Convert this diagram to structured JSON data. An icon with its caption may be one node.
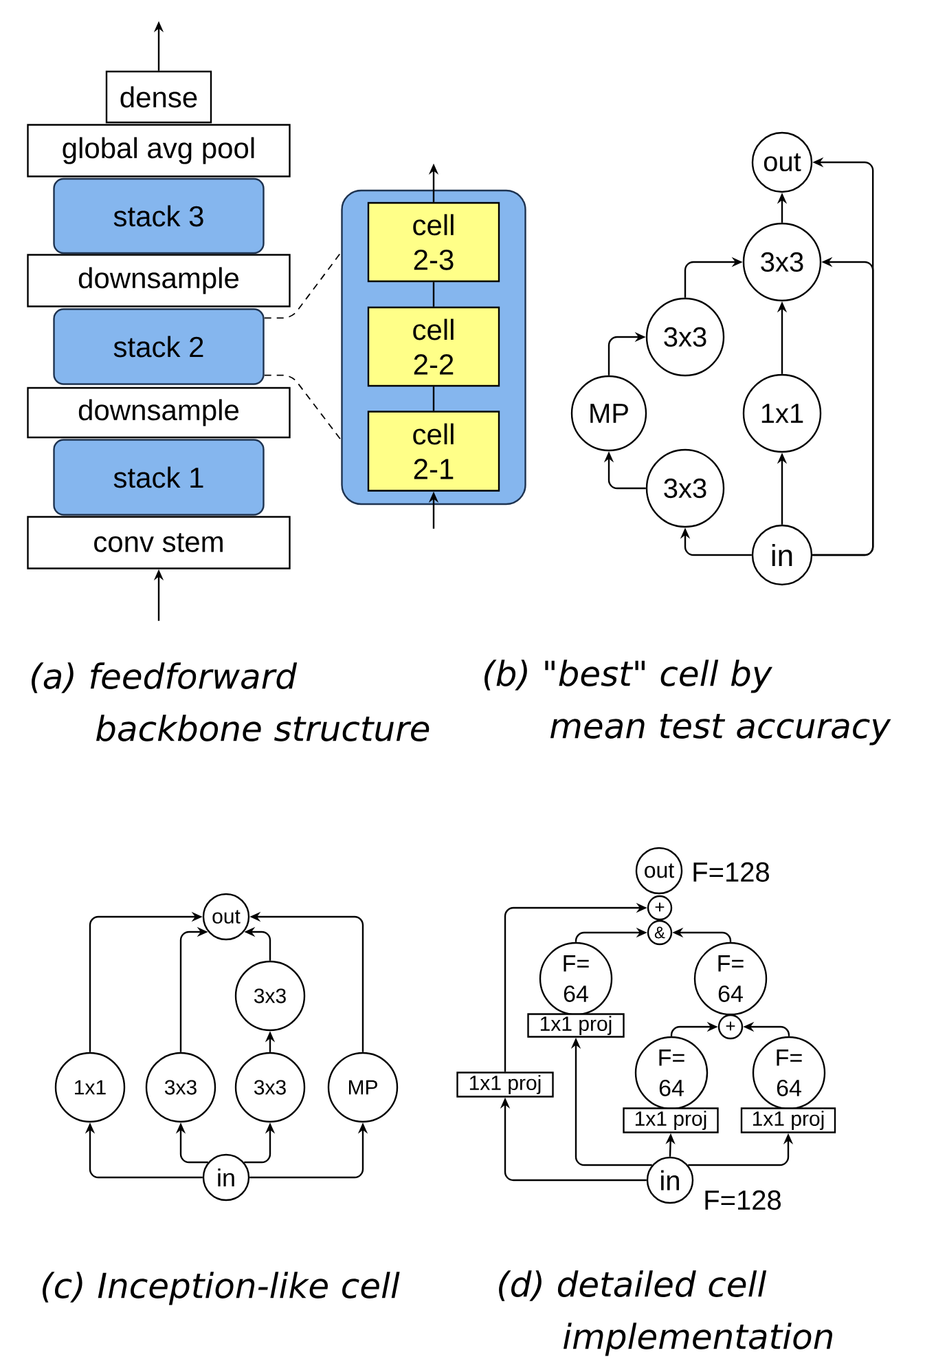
{
  "diagram": {
    "nodes": [
      {
        "text": [
          "dense"
        ]
      },
      {
        "text": [
          "global avg pool"
        ]
      },
      {
        "text": [
          "stack 3"
        ]
      },
      {
        "text": [
          "downsample"
        ]
      },
      {
        "text": [
          "stack 2"
        ]
      },
      {
        "text": [
          "downsample"
        ]
      },
      {
        "text": [
          "stack 1"
        ]
      },
      {
        "text": [
          "conv stem"
        ]
      },
      {
        "text": [],
        "shape": "box"
      },
      {
        "text": [
          "cell 2-3"
        ],
        "in": 8
      },
      {
        "text": [
          "cell 2-2"
        ],
        "in": 8
      },
      {
        "text": [
          "cell 2-1"
        ],
        "in": 8
      },
      {
        "text": [
          "out"
        ]
      },
      {
        "text": [
          "3x3"
        ]
      },
      {
        "text": [
          "3x3"
        ]
      },
      {
        "text": [
          "MP"
        ]
      },
      {
        "text": [
          "1x1"
        ]
      },
      {
        "text": [
          "3x3"
        ]
      },
      {
        "text": [
          "in"
        ]
      },
      {
        "text": [
          "out"
        ]
      },
      {
        "text": [
          "3x3"
        ]
      },
      {
        "text": [
          "1x1"
        ]
      },
      {
        "text": [
          "3x3"
        ]
      },
      {
        "text": [
          "3x3"
        ]
      },
      {
        "text": [
          "MP"
        ]
      },
      {
        "text": [
          "in"
        ]
      },
      {
        "text": [
          "out"
        ],
        "beside": [
          "F=128"
        ]
      },
      {
        "text": [
          "+"
        ]
      },
      {
        "text": [
          "&"
        ]
      },
      {
        "text": [
          "F= 64"
        ]
      },
      {
        "text": [
          "1x1 proj"
        ]
      },
      {
        "text": [
          "F= 64"
        ]
      },
      {
        "text": [
          "+"
        ]
      },
      {
        "text": [
          "1x1 proj"
        ]
      },
      {
        "text": [
          "F= 64"
        ]
      },
      {
        "text": [
          "F= 64"
        ]
      },
      {
        "text": [
          "1x1 proj"
        ]
      },
      {
        "text": [
          "1x1 proj"
        ]
      },
      {
        "text": [
          "in"
        ],
        "beside": [
          "F=128"
        ]
      }
    ],
    "edges": [
      {
        "from": null,
        "to": 7,
        "arrow": "to"
      },
      {
        "from": 0,
        "to": null,
        "arrow": "to"
      },
      {
        "from": 4,
        "to": 8,
        "arrow": "none",
        "style": "dashed"
      },
      {
        "from": 4,
        "to": 8,
        "arrow": "none",
        "style": "dashed"
      },
      {
        "from": null,
        "to": 11,
        "arrow": "to"
      },
      {
        "from": 11,
        "to": 10,
        "arrow": "none"
      },
      {
        "from": 10,
        "to": 9,
        "arrow": "none"
      },
      {
        "from": 9,
        "to": null,
        "arrow": "to"
      },
      {
        "from": 18,
        "to": 17,
        "arrow": "to"
      },
      {
        "from": 17,
        "to": 15,
        "arrow": "to"
      },
      {
        "from": 15,
        "to": 14,
        "arrow": "to"
      },
      {
        "from": 14,
        "to": 13,
        "arrow": "to"
      },
      {
        "from": 18,
        "to": 16,
        "arrow": "to"
      },
      {
        "from": 16,
        "to": 13,
        "arrow": "to"
      },
      {
        "from": 13,
        "to": 12,
        "arrow": "to"
      },
      {
        "from": 18,
        "to": 13,
        "arrow": "to"
      },
      {
        "from": 18,
        "to": 12,
        "arrow": "to"
      },
      {
        "from": 25,
        "to": 21,
        "arrow": "to"
      },
      {
        "from": 25,
        "to": 22,
        "arrow": "to"
      },
      {
        "from": 25,
        "to": 23,
        "arrow": "to"
      },
      {
        "from": 25,
        "to": 24,
        "arrow": "to"
      },
      {
        "from": 21,
        "to": 19,
        "arrow": "to"
      },
      {
        "from": 22,
        "to": 19,
        "arrow": "to"
      },
      {
        "from": 20,
        "to": 19,
        "arrow": "to"
      },
      {
        "from": 24,
        "to": 19,
        "arrow": "to"
      },
      {
        "from": 23,
        "to": 20,
        "arrow": "to"
      },
      {
        "from": 38,
        "to": 33,
        "arrow": "to"
      },
      {
        "from": 38,
        "to": 30,
        "arrow": "to"
      },
      {
        "from": 38,
        "to": 36,
        "arrow": "to"
      },
      {
        "from": 38,
        "to": 37,
        "arrow": "to"
      },
      {
        "from": 33,
        "to": 27,
        "arrow": "to"
      },
      {
        "from": 29,
        "to": 28,
        "arrow": "to"
      },
      {
        "from": 31,
        "to": 28,
        "arrow": "to"
      },
      {
        "from": 34,
        "to": 32,
        "arrow": "to"
      },
      {
        "from": 35,
        "to": 32,
        "arrow": "to"
      }
    ],
    "labels": [
      "(a) feedforward backbone structure",
      "(b) \"best\" cell by mean test accuracy",
      "(c) Inception-like cell",
      "(d) detailed cell implementation"
    ]
  }
}
